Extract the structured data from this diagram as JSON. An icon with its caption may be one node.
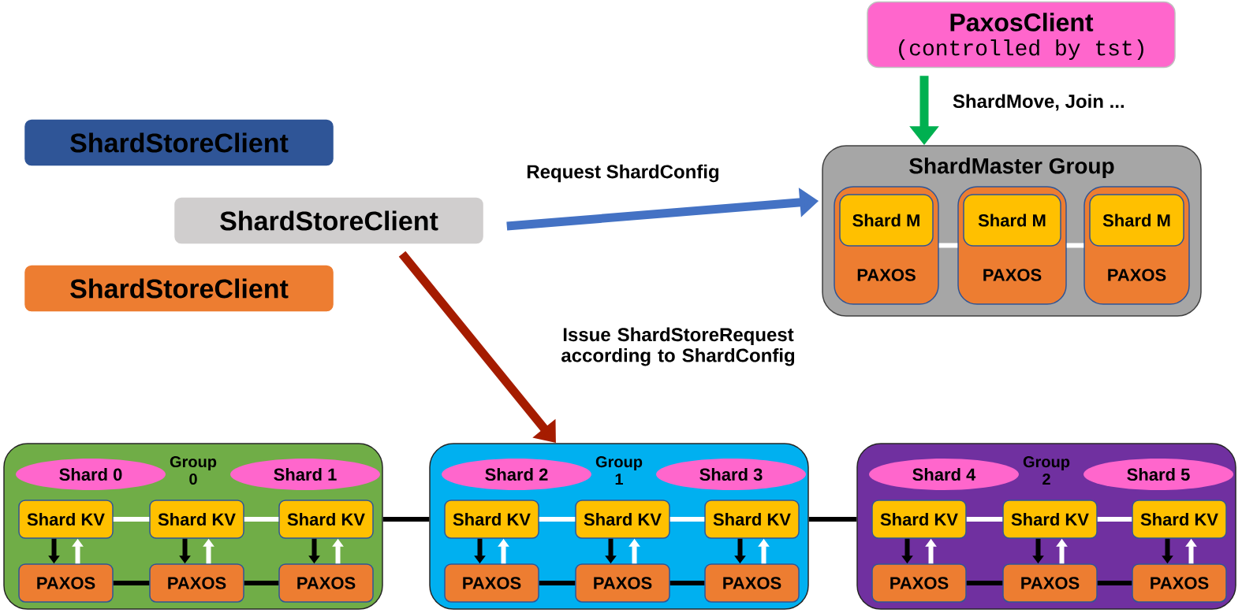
{
  "diagram": {
    "nodes": [
      {
        "text": [
          "PaxosClient",
          "(controlled by tst)"
        ]
      },
      {
        "text": [
          "ShardStoreClient"
        ]
      },
      {
        "text": [
          "ShardStoreClient"
        ]
      },
      {
        "text": [
          "ShardStoreClient"
        ]
      },
      {
        "text": [
          "ShardMaster Group"
        ]
      },
      {
        "text": [
          "PAXOS"
        ],
        "in": 4
      },
      {
        "text": [
          "Shard M"
        ],
        "in": 5
      },
      {
        "text": [
          "PAXOS"
        ],
        "in": 4
      },
      {
        "text": [
          "Shard M"
        ],
        "in": 7
      },
      {
        "text": [
          "PAXOS"
        ],
        "in": 4
      },
      {
        "text": [
          "Shard M"
        ],
        "in": 9
      },
      {
        "text": [
          "Group 0"
        ]
      },
      {
        "text": [
          "Shard 0"
        ],
        "in": 11
      },
      {
        "text": [
          "Shard 1"
        ],
        "in": 11
      },
      {
        "text": [
          "Shard KV"
        ],
        "in": 11
      },
      {
        "text": [
          "Shard KV"
        ],
        "in": 11
      },
      {
        "text": [
          "Shard KV"
        ],
        "in": 11
      },
      {
        "text": [
          "PAXOS"
        ],
        "in": 11
      },
      {
        "text": [
          "PAXOS"
        ],
        "in": 11
      },
      {
        "text": [
          "PAXOS"
        ],
        "in": 11
      },
      {
        "text": [
          "Group 1"
        ]
      },
      {
        "text": [
          "Shard 2"
        ],
        "in": 20
      },
      {
        "text": [
          "Shard 3"
        ],
        "in": 20
      },
      {
        "text": [
          "Shard KV"
        ],
        "in": 20
      },
      {
        "text": [
          "Shard KV"
        ],
        "in": 20
      },
      {
        "text": [
          "Shard KV"
        ],
        "in": 20
      },
      {
        "text": [
          "PAXOS"
        ],
        "in": 20
      },
      {
        "text": [
          "PAXOS"
        ],
        "in": 20
      },
      {
        "text": [
          "PAXOS"
        ],
        "in": 20
      },
      {
        "text": [
          "Group 2"
        ]
      },
      {
        "text": [
          "Shard 4"
        ],
        "in": 29
      },
      {
        "text": [
          "Shard 5"
        ],
        "in": 29
      },
      {
        "text": [
          "Shard KV"
        ],
        "in": 29
      },
      {
        "text": [
          "Shard KV"
        ],
        "in": 29
      },
      {
        "text": [
          "Shard KV"
        ],
        "in": 29
      },
      {
        "text": [
          "PAXOS"
        ],
        "in": 29
      },
      {
        "text": [
          "PAXOS"
        ],
        "in": 29
      },
      {
        "text": [
          "PAXOS"
        ],
        "in": 29
      }
    ],
    "edges": [
      {
        "from": 0,
        "to": 4,
        "arrow": "to",
        "style": "thick",
        "color": "#00b050",
        "label": "ShardMove, Join ..."
      },
      {
        "from": 2,
        "to": 4,
        "arrow": "to",
        "style": "thick",
        "color": "#4472c4",
        "label": "Request ShardConfig"
      },
      {
        "from": 2,
        "to": 20,
        "arrow": "to",
        "style": "thick",
        "color": "#a51c00",
        "label": "Issue ShardStoreRequest according to ShardConfig"
      },
      {
        "from": 5,
        "to": 7,
        "arrow": "none",
        "color": "#ffffff"
      },
      {
        "from": 7,
        "to": 9,
        "arrow": "none",
        "color": "#ffffff"
      },
      {
        "from": 14,
        "to": 15,
        "arrow": "none",
        "color": "#ffffff"
      },
      {
        "from": 15,
        "to": 16,
        "arrow": "none",
        "color": "#ffffff"
      },
      {
        "from": 17,
        "to": 18,
        "arrow": "none",
        "color": "#000000"
      },
      {
        "from": 18,
        "to": 19,
        "arrow": "none",
        "color": "#000000"
      },
      {
        "from": 14,
        "to": 17,
        "arrow": "to",
        "color": "#000000"
      },
      {
        "from": 17,
        "to": 14,
        "arrow": "to",
        "color": "#ffffff"
      },
      {
        "from": 15,
        "to": 18,
        "arrow": "to",
        "color": "#000000"
      },
      {
        "from": 18,
        "to": 15,
        "arrow": "to",
        "color": "#ffffff"
      },
      {
        "from": 16,
        "to": 19,
        "arrow": "to",
        "color": "#000000"
      },
      {
        "from": 19,
        "to": 16,
        "arrow": "to",
        "color": "#ffffff"
      },
      {
        "from": 23,
        "to": 24,
        "arrow": "none",
        "color": "#ffffff"
      },
      {
        "from": 24,
        "to": 25,
        "arrow": "none",
        "color": "#ffffff"
      },
      {
        "from": 26,
        "to": 27,
        "arrow": "none",
        "color": "#000000"
      },
      {
        "from": 27,
        "to": 28,
        "arrow": "none",
        "color": "#000000"
      },
      {
        "from": 23,
        "to": 26,
        "arrow": "to",
        "color": "#000000"
      },
      {
        "from": 26,
        "to": 23,
        "arrow": "to",
        "color": "#ffffff"
      },
      {
        "from": 24,
        "to": 27,
        "arrow": "to",
        "color": "#000000"
      },
      {
        "from": 27,
        "to": 24,
        "arrow": "to",
        "color": "#ffffff"
      },
      {
        "from": 25,
        "to": 28,
        "arrow": "to",
        "color": "#000000"
      },
      {
        "from": 28,
        "to": 25,
        "arrow": "to",
        "color": "#ffffff"
      },
      {
        "from": 32,
        "to": 33,
        "arrow": "none",
        "color": "#ffffff"
      },
      {
        "from": 33,
        "to": 34,
        "arrow": "none",
        "color": "#ffffff"
      },
      {
        "from": 35,
        "to": 36,
        "arrow": "none",
        "color": "#000000"
      },
      {
        "from": 36,
        "to": 37,
        "arrow": "none",
        "color": "#000000"
      },
      {
        "from": 32,
        "to": 35,
        "arrow": "to",
        "color": "#000000"
      },
      {
        "from": 35,
        "to": 32,
        "arrow": "to",
        "color": "#ffffff"
      },
      {
        "from": 33,
        "to": 36,
        "arrow": "to",
        "color": "#000000"
      },
      {
        "from": 36,
        "to": 33,
        "arrow": "to",
        "color": "#ffffff"
      },
      {
        "from": 34,
        "to": 37,
        "arrow": "to",
        "color": "#000000"
      },
      {
        "from": 37,
        "to": 34,
        "arrow": "to",
        "color": "#ffffff"
      },
      {
        "from": 11,
        "to": 20,
        "arrow": "none",
        "color": "#000000"
      },
      {
        "from": 20,
        "to": 29,
        "arrow": "none",
        "color": "#000000"
      }
    ]
  }
}
